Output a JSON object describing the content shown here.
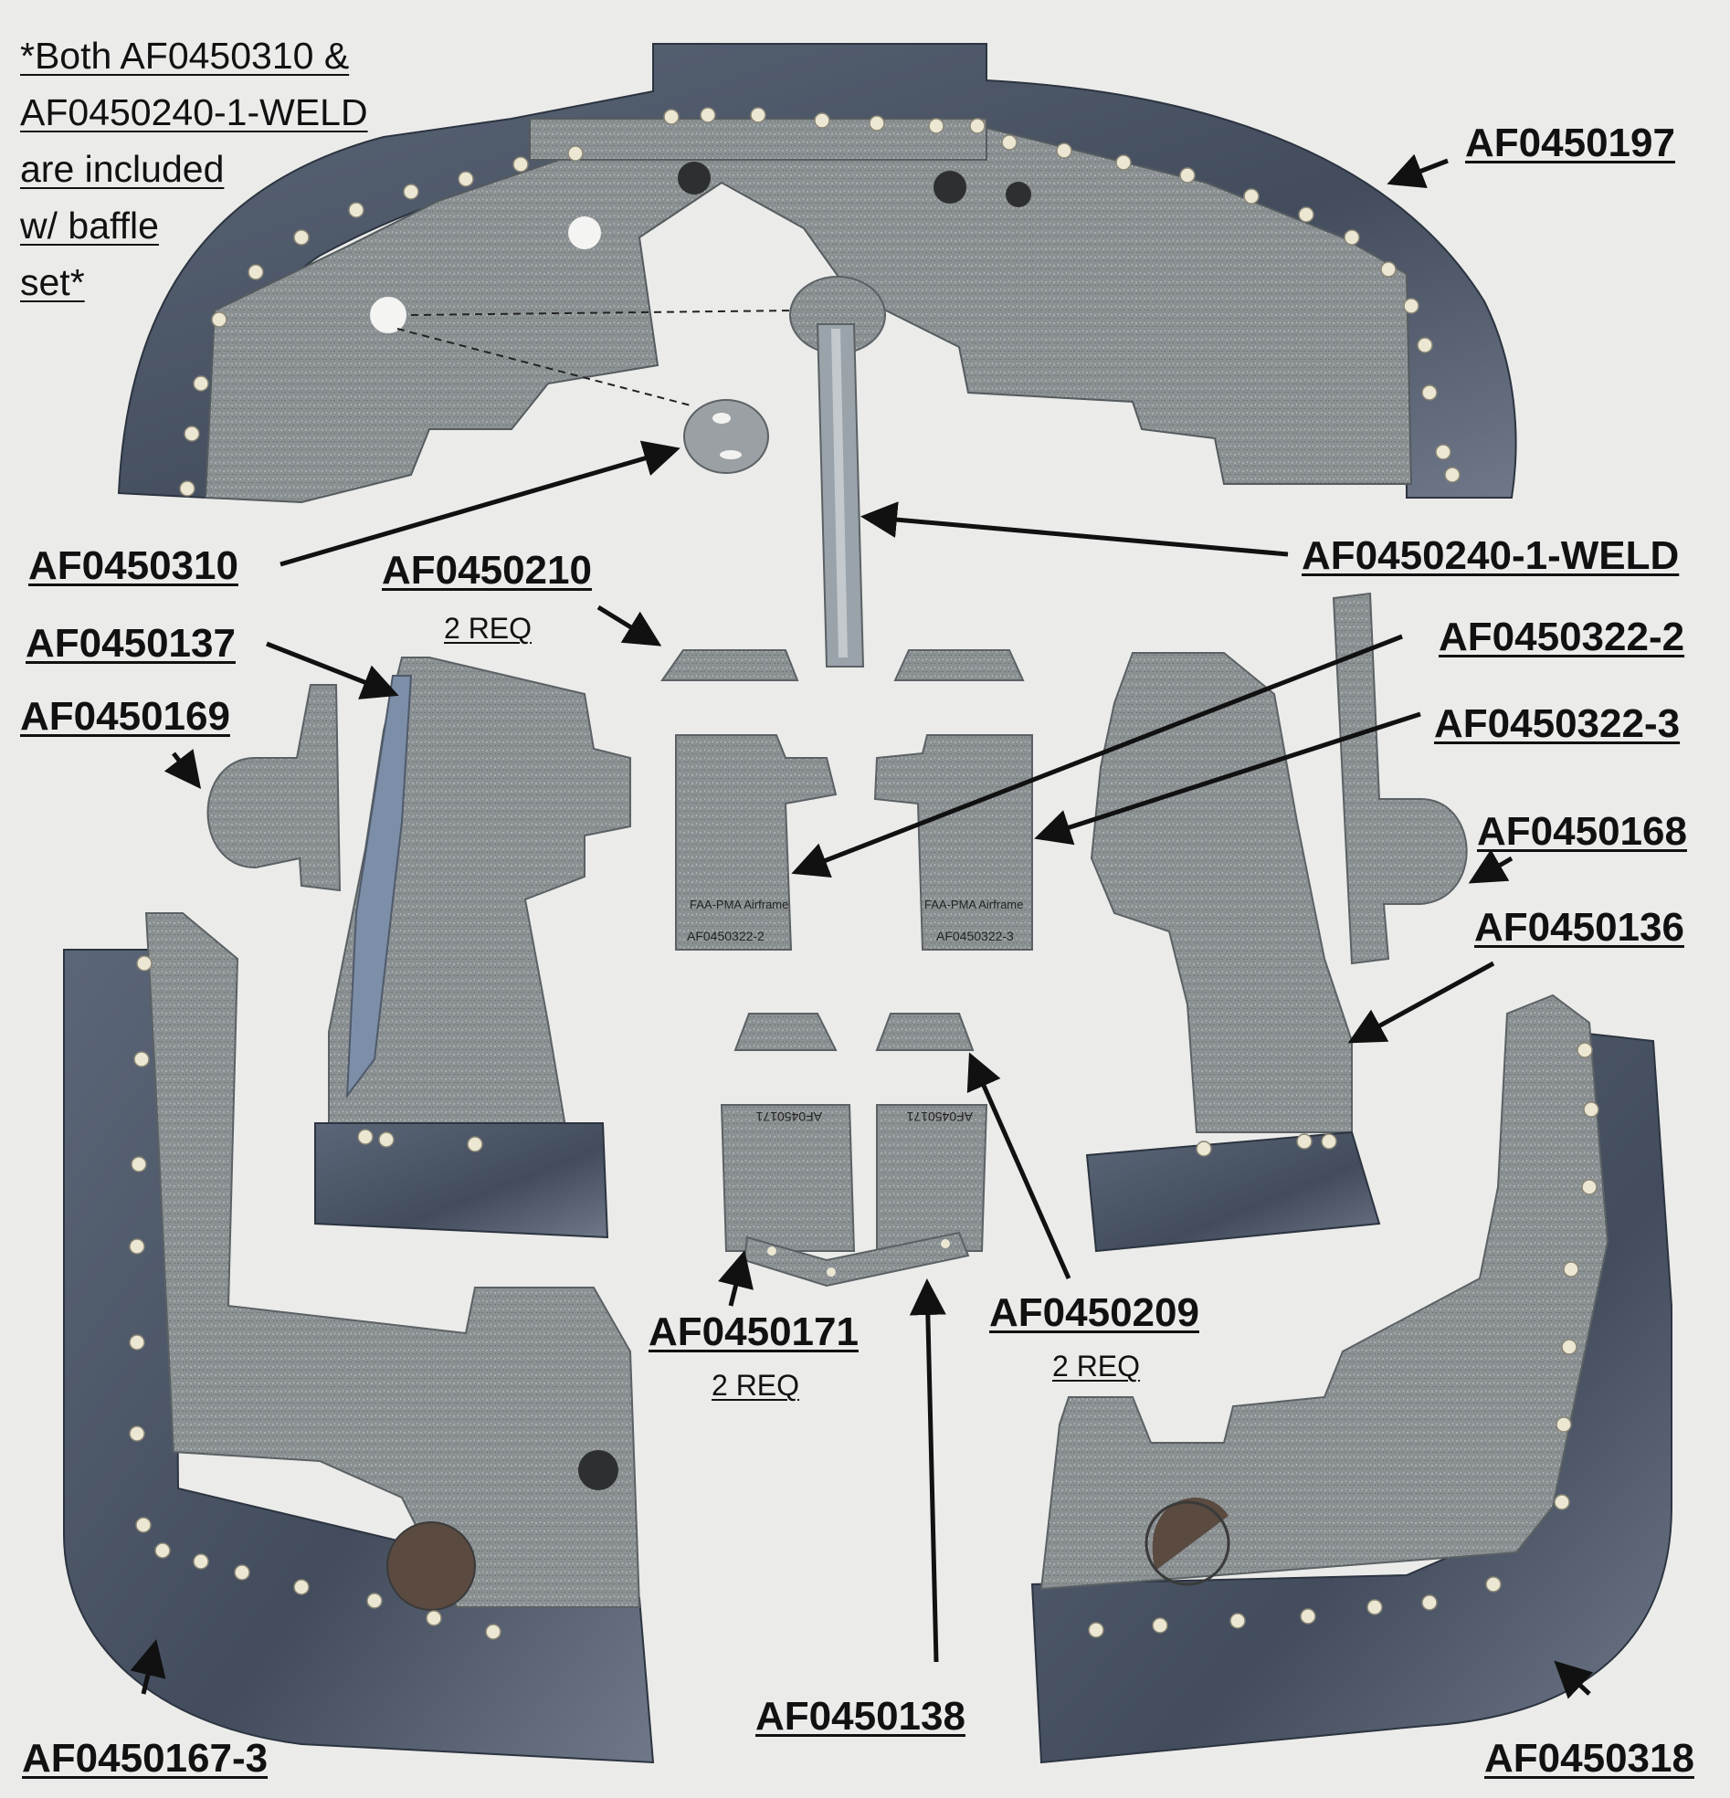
{
  "note": {
    "lines": [
      "*Both AF0450310 &",
      "AF0450240-1-WELD",
      "are included",
      "w/ baffle",
      "set*"
    ]
  },
  "labels": {
    "af0450197": "AF0450197",
    "af0450310": "AF0450310",
    "af0450240_1_weld": "AF0450240-1-WELD",
    "af0450210": "AF0450210",
    "af0450137": "AF0450137",
    "af0450169": "AF0450169",
    "af0450322_2": "AF0450322-2",
    "af0450322_3": "AF0450322-3",
    "af0450168": "AF0450168",
    "af0450136": "AF0450136",
    "af0450171": "AF0450171",
    "af0450209": "AF0450209",
    "af0450138": "AF0450138",
    "af0450167_3": "AF0450167-3",
    "af0450318": "AF0450318"
  },
  "quantities": {
    "af0450210": "2 REQ",
    "af0450171": "2 REQ",
    "af0450209": "2 REQ"
  },
  "part_stamps": {
    "af0450322_2": "AF0450322-2",
    "af0450322_3": "AF0450322-3",
    "maker_mark": "FAA-PMA Airframe",
    "af0450171": "AF0450171"
  },
  "colors": {
    "background": "#ebebe9",
    "metal_gray": "#8b9093",
    "rubber_seal": "#4a5566",
    "rivet": "#ece7d2",
    "arrow": "#111111"
  }
}
